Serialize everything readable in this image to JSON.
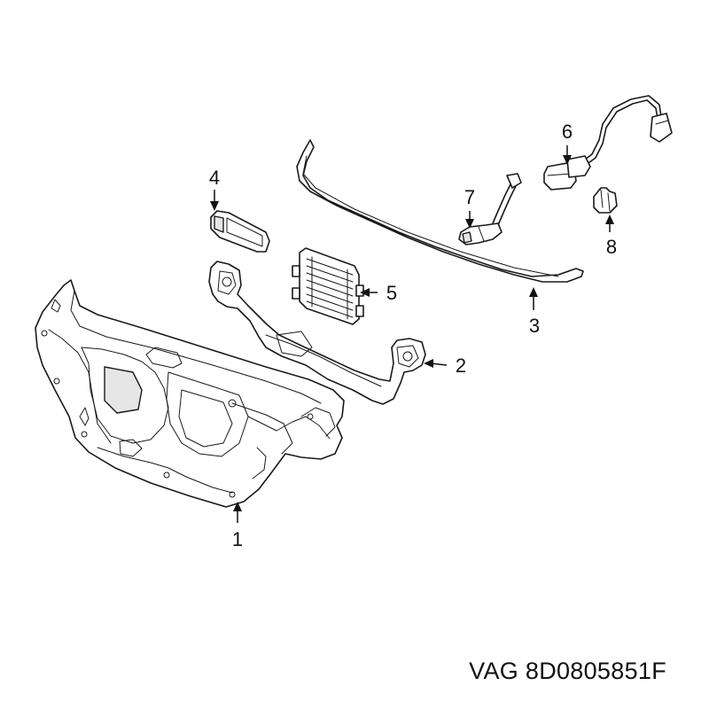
{
  "callouts": {
    "c1": "1",
    "c2": "2",
    "c3": "3",
    "c4": "4",
    "c5": "5",
    "c6": "6",
    "c7": "7",
    "c8": "8"
  },
  "part_label": "VAG 8D0805851F",
  "colors": {
    "line": "#1a1a1a",
    "background": "#ffffff"
  }
}
